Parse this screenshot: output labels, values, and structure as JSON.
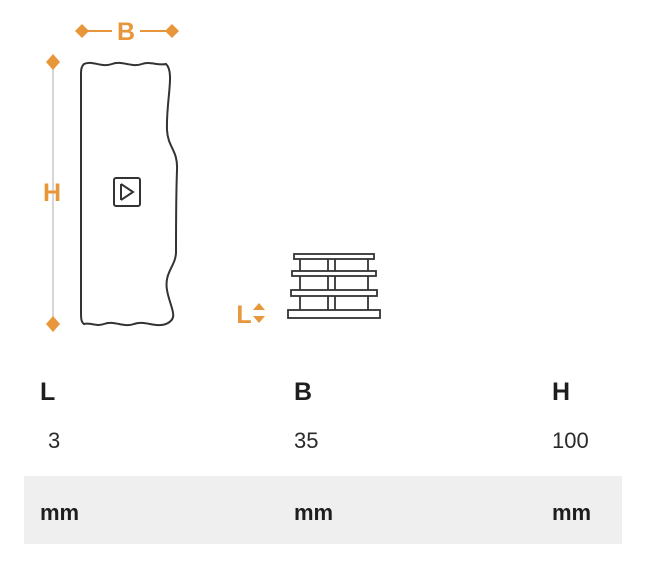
{
  "drawing": {
    "dimension_labels": {
      "b": "B",
      "h": "H",
      "l": "L"
    },
    "colors": {
      "accent": "#e8963a",
      "line": "#333333",
      "table_stripe": "#efefef"
    }
  },
  "table": {
    "headers": [
      "L",
      "B",
      "H"
    ],
    "values": [
      "3",
      "35",
      "100"
    ],
    "units": [
      "mm",
      "mm",
      "mm"
    ]
  }
}
